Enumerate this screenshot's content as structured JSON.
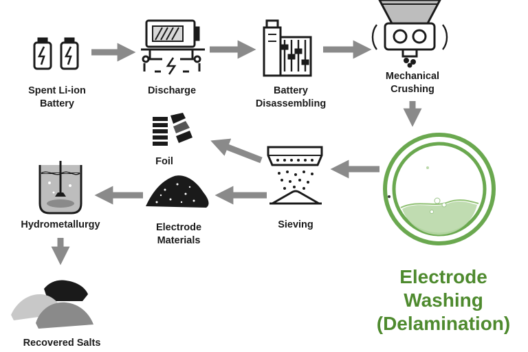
{
  "nodes": {
    "spent_battery": {
      "lines": [
        "Spent Li-ion",
        "Battery"
      ],
      "icon": "battery-icon"
    },
    "discharge": {
      "lines": [
        "Discharge"
      ],
      "icon": "discharge-icon"
    },
    "disassembling": {
      "lines": [
        "Battery",
        "Disassembling"
      ],
      "icon": "disassembly-icon"
    },
    "crushing": {
      "lines": [
        "Mechanical",
        "Crushing"
      ],
      "icon": "crusher-icon"
    },
    "washing": {
      "lines": [
        "Electrode",
        "Washing",
        "(Delamination)"
      ],
      "icon": "washing-tank-icon"
    },
    "sieving": {
      "lines": [
        "Sieving"
      ],
      "icon": "sieve-icon"
    },
    "foil": {
      "lines": [
        "Foil"
      ],
      "icon": "foil-icon"
    },
    "electrode_materials": {
      "lines": [
        "Electrode",
        "Materials"
      ],
      "icon": "powder-pile-icon"
    },
    "hydrometallurgy": {
      "lines": [
        "Hydrometallurgy"
      ],
      "icon": "leaching-tank-icon"
    },
    "recovered_salts": {
      "lines": [
        "Recovered Salts"
      ],
      "icon": "salt-piles-icon"
    }
  },
  "edges": [
    {
      "from": "spent_battery",
      "to": "discharge"
    },
    {
      "from": "discharge",
      "to": "disassembling"
    },
    {
      "from": "disassembling",
      "to": "crushing"
    },
    {
      "from": "crushing",
      "to": "washing"
    },
    {
      "from": "washing",
      "to": "sieving"
    },
    {
      "from": "sieving",
      "to": "foil"
    },
    {
      "from": "sieving",
      "to": "electrode_materials"
    },
    {
      "from": "electrode_materials",
      "to": "hydrometallurgy"
    },
    {
      "from": "hydrometallurgy",
      "to": "recovered_salts"
    }
  ],
  "colors": {
    "arrow": "#8a8a8a",
    "icon": "#1a1a1a",
    "accent_green": "#4e8a2e",
    "light_green": "#b9d8a8",
    "ring_green": "#6aa84f"
  }
}
